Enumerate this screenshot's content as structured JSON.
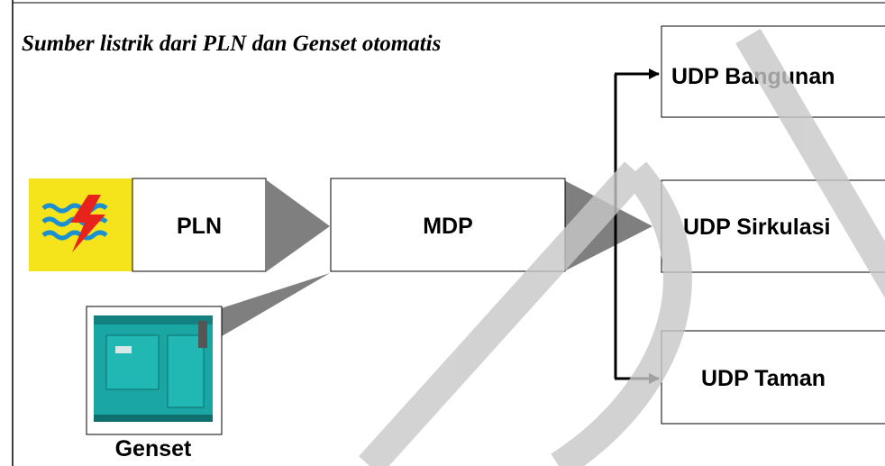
{
  "title": "Sumber listrik dari PLN dan Genset otomatis",
  "nodes": {
    "pln": {
      "label": "PLN",
      "logo_icon": "pln-lightning-logo-icon"
    },
    "mdp": {
      "label": "MDP"
    },
    "udp_bangunan": {
      "label": "UDP Bangunan"
    },
    "udp_sirkulasi": {
      "label": "UDP Sirkulasi"
    },
    "udp_taman": {
      "label": "UDP Taman"
    },
    "genset": {
      "label": "Genset",
      "image_icon": "generator-icon"
    }
  },
  "colors": {
    "box_border": "#000000",
    "connector_fill": "#7f7f7f",
    "logo_background": "#f5e31c",
    "logo_waves": "#1a8fd1",
    "logo_bolt": "#e8231c",
    "genset_body": "#1aa7a4",
    "watermark": "#c8c8c8"
  }
}
